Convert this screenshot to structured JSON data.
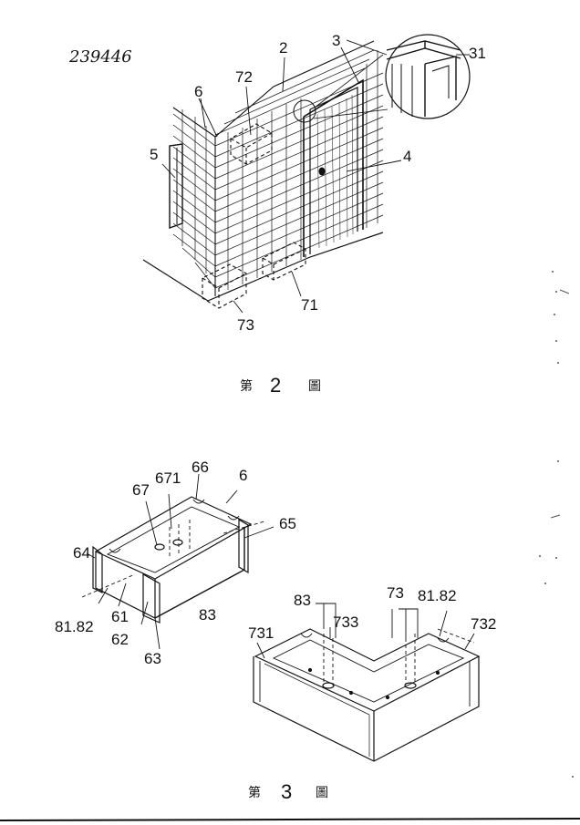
{
  "patent_number": "239446",
  "figure2": {
    "caption_prefix": "第",
    "caption_number": "2",
    "caption_suffix": "圖",
    "labels": {
      "l2": "2",
      "l3": "3",
      "l31": "31",
      "l4": "4",
      "l5": "5",
      "l6": "6",
      "l72": "72",
      "l71": "71",
      "l73": "73"
    }
  },
  "figure3": {
    "caption_prefix": "第",
    "caption_number": "3",
    "caption_suffix": "圖",
    "labels": {
      "l66": "66",
      "l6": "6",
      "l671": "671",
      "l67": "67",
      "l65": "65",
      "l64": "64",
      "l8182a": "81.82",
      "l61": "61",
      "l62": "62",
      "l63": "63",
      "l83a": "83",
      "l83b": "83",
      "l73": "73",
      "l8182b": "81.82",
      "l731": "731",
      "l733": "733",
      "l732": "732"
    }
  }
}
